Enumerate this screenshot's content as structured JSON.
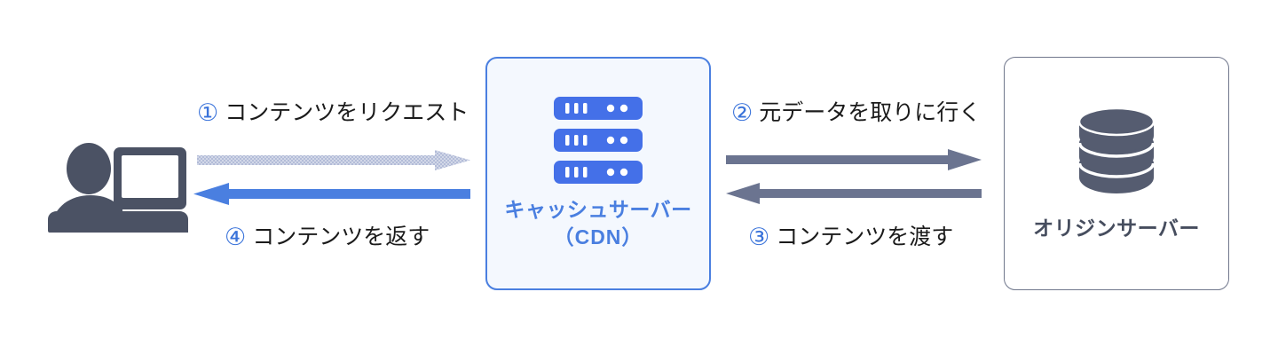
{
  "diagram": {
    "title": "CDN content delivery flow",
    "colors": {
      "accent_blue": "#3a73da",
      "arrow_blue": "#4a7fe0",
      "arrow_pale": "#b3bcd8",
      "arrow_slate": "#6b7490",
      "slate_dark": "#464d5e",
      "cdn_box_bg": "#f4f8fe",
      "cdn_box_border": "#4a7fe0",
      "origin_box_border": "#70778c",
      "text_dark": "#1b1b1b",
      "page_bg": "#ffffff"
    }
  },
  "nodes": {
    "client": {
      "icon": "user-with-laptop-icon",
      "label": ""
    },
    "cdn": {
      "icon": "server-rack-icon",
      "label_main": "キャッシュサーバー",
      "label_sub": "（CDN）"
    },
    "origin": {
      "icon": "database-cylinder-icon",
      "label": "オリジンサーバー"
    }
  },
  "steps": [
    {
      "number": "①",
      "text": "コンテンツをリクエスト",
      "from": "client",
      "to": "cdn",
      "direction": "right",
      "arrow_style": "pale-dotted",
      "color": "#b3bcd8"
    },
    {
      "number": "②",
      "text": "元データを取りに行く",
      "from": "cdn",
      "to": "origin",
      "direction": "right",
      "arrow_style": "solid",
      "color": "#6b7490"
    },
    {
      "number": "③",
      "text": "コンテンツを渡す",
      "from": "origin",
      "to": "cdn",
      "direction": "left",
      "arrow_style": "solid",
      "color": "#6b7490"
    },
    {
      "number": "④",
      "text": "コンテンツを返す",
      "from": "cdn",
      "to": "client",
      "direction": "left",
      "arrow_style": "solid",
      "color": "#4a7fe0"
    }
  ]
}
